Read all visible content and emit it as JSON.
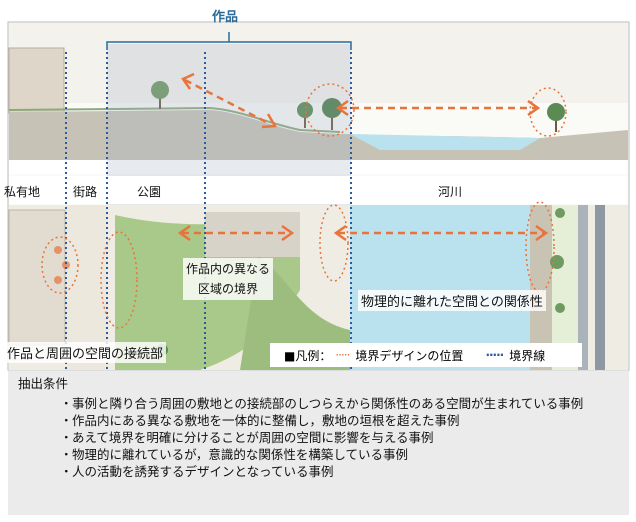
{
  "title": "作品",
  "zones": {
    "private_land": "私有地",
    "street": "街路",
    "park": "公園",
    "river": "河川"
  },
  "annotations": {
    "internal_boundary_line1": "作品内の異なる",
    "internal_boundary_line2": "区域の境界",
    "distant_relation": "物理的に離れた空間との関係性",
    "surrounding_connection": "作品と周囲の空間の接続部"
  },
  "legend": {
    "prefix": "■凡例：",
    "orange_item": "境界デザインの位置",
    "blue_item": "境界線"
  },
  "criteria": {
    "heading": "抽出条件",
    "items": [
      "事例と隣り合う周囲の敷地との接続部のしつらえから関係性のある空間が生まれている事例",
      "作品内にある異なる敷地を一体的に整備し，敷地の垣根を超えた事例",
      "あえて境界を明確に分けることが周囲の空間に影響を与える事例",
      "物理的に離れているが，意識的な関係性を構築している事例",
      "人の活動を誘発するデザインとなっている事例"
    ]
  },
  "colors": {
    "boundary_design": "#e8743b",
    "boundary_line": "#2a5aa0",
    "water": "#b9e2ee",
    "park_green": "#a9c98a",
    "bracket": "#2a6a9a"
  }
}
